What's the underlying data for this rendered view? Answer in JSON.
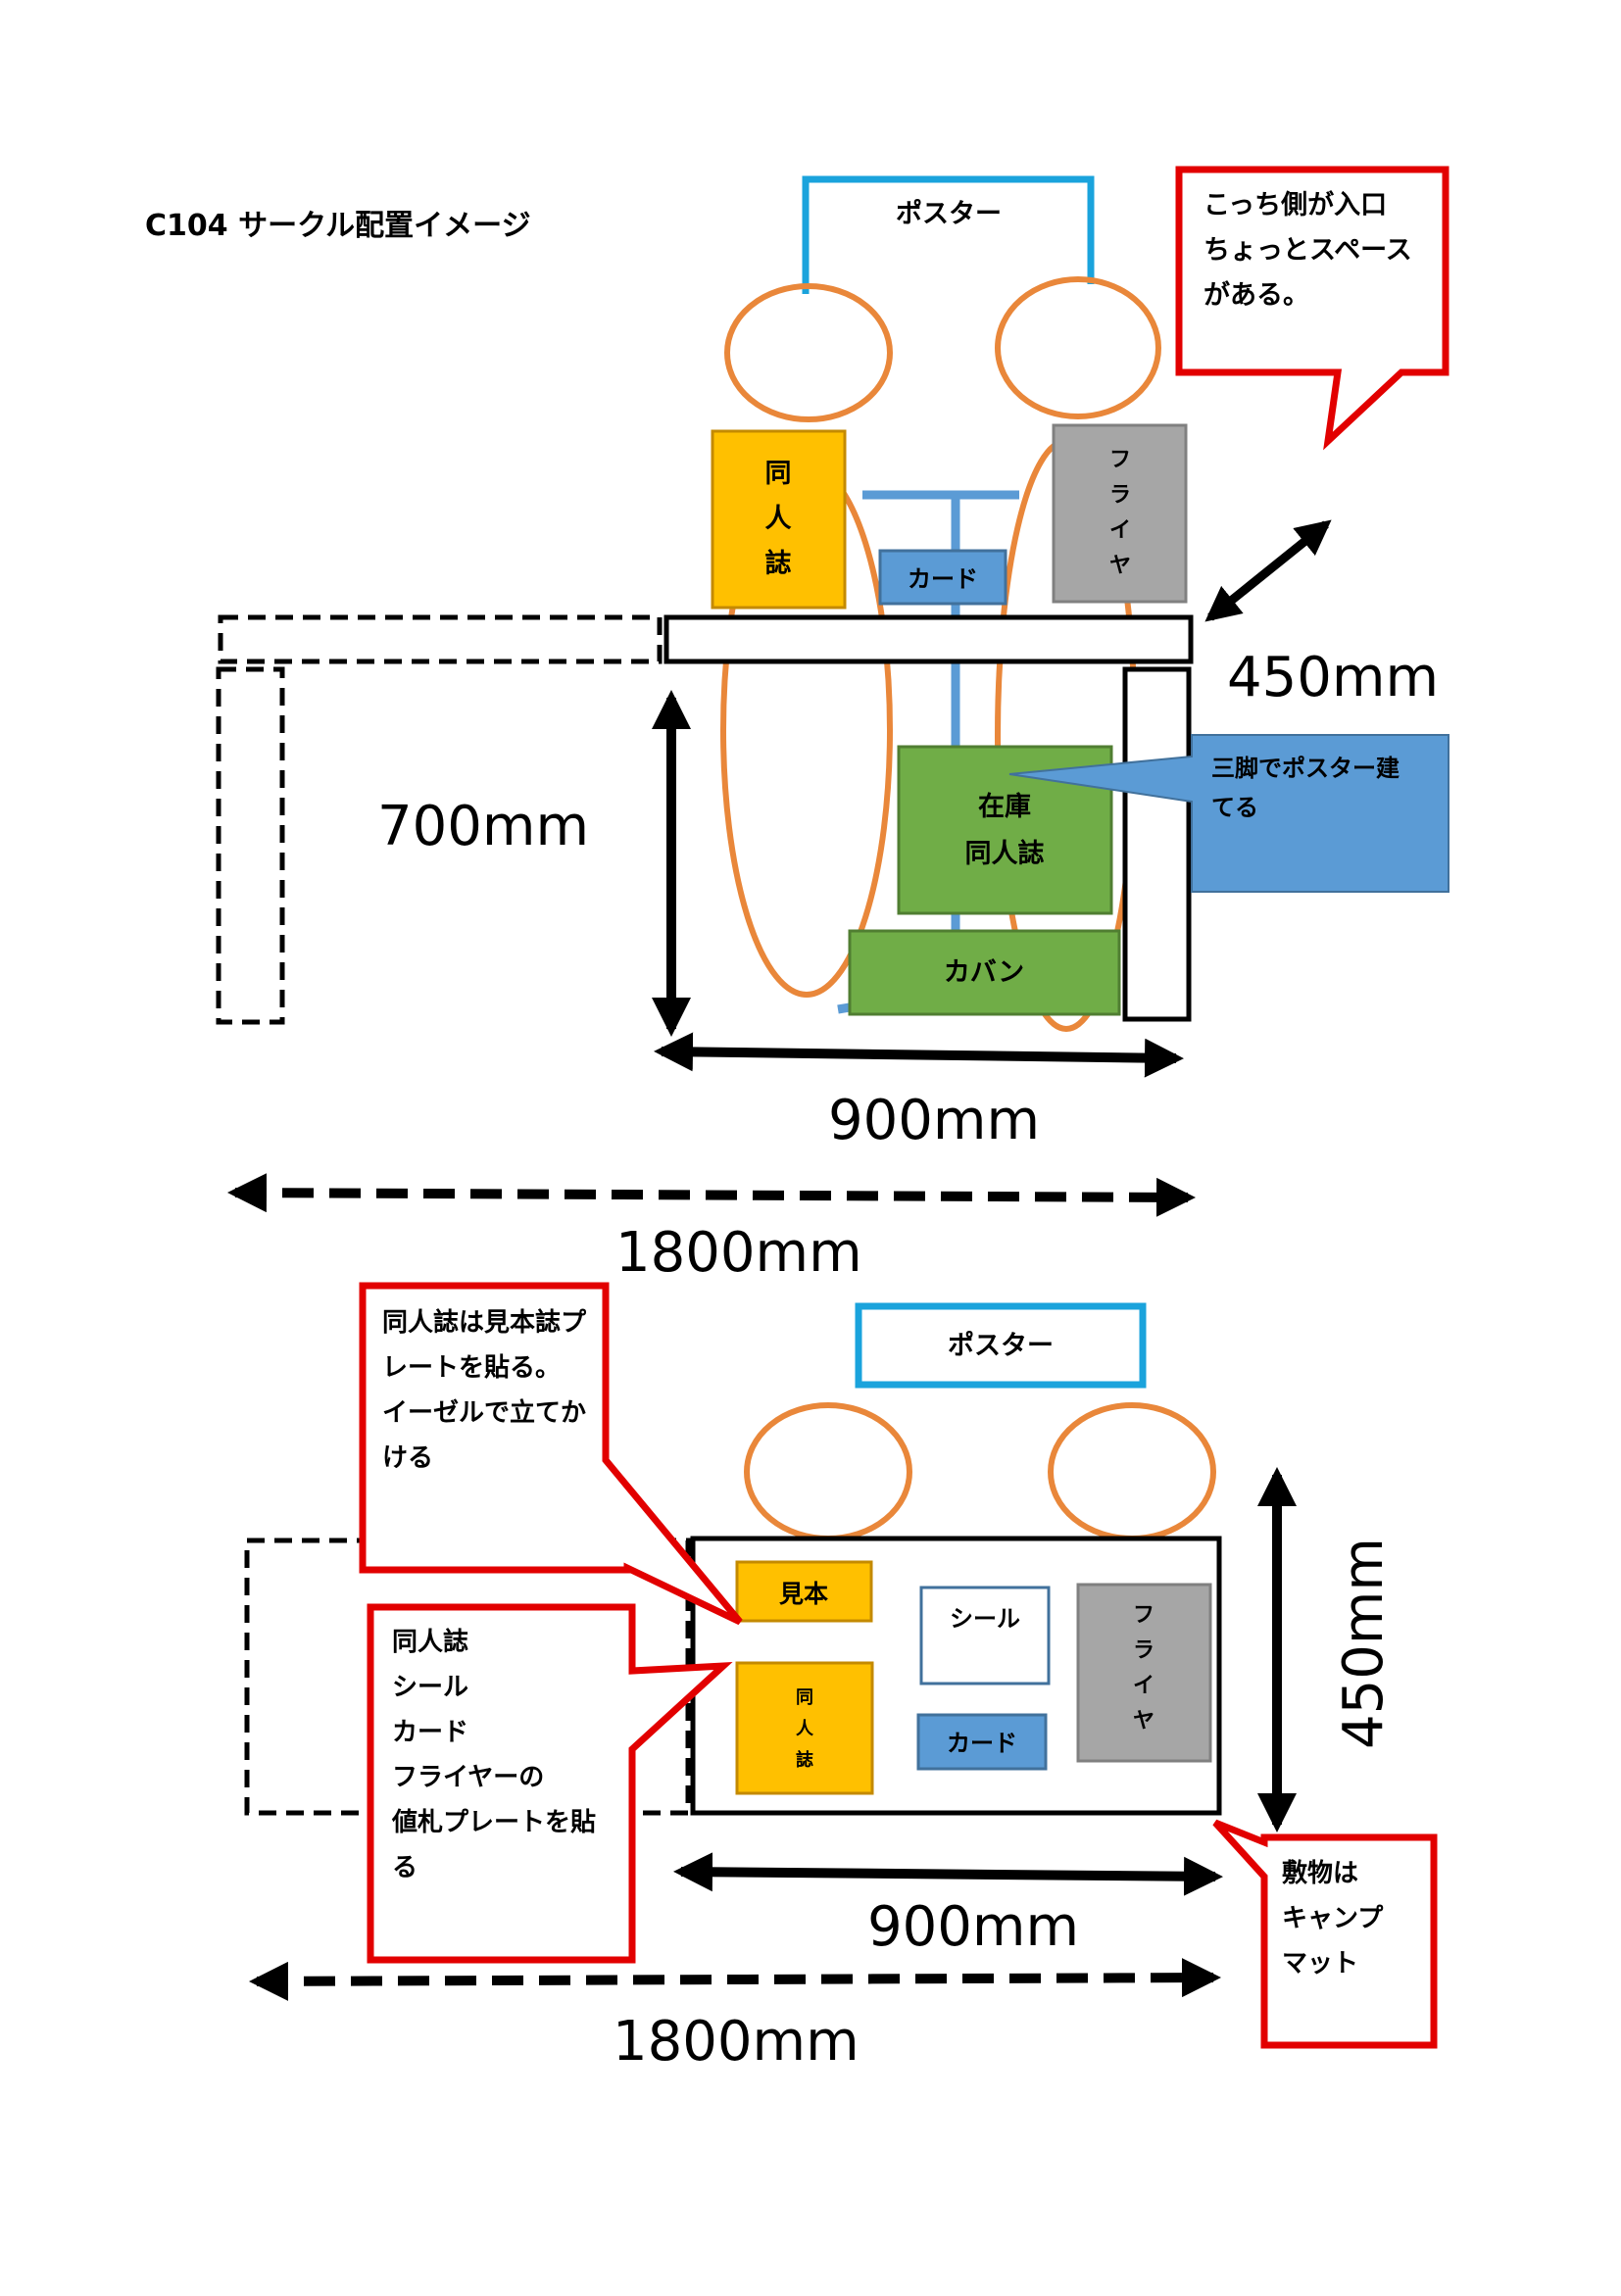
{
  "title": "C104 サークル配置イメージ",
  "colors": {
    "poster_stroke": "#1aa3dc",
    "person_stroke": "#e9873a",
    "yellow_fill": "#ffc000",
    "yellow_stroke": "#c48a00",
    "gray_fill": "#a6a6a6",
    "gray_stroke": "#808080",
    "blue_fill": "#5b9bd5",
    "blue_stroke": "#41719c",
    "green_fill": "#70ad47",
    "green_stroke": "#507e32",
    "callout_red": "#e20000",
    "pole_blue": "#5b9bd5"
  },
  "top": {
    "poster": "ポスター",
    "doujinshi": [
      "同",
      "人",
      "誌"
    ],
    "flyer": [
      "フ",
      "ラ",
      "イ",
      "ヤ"
    ],
    "card": "カード",
    "stock": [
      "在庫",
      "同人誌"
    ],
    "bag": "カバン",
    "tripod_note": [
      "三脚でポスター建",
      "てる"
    ],
    "entrance_note": [
      "こっち側が入口",
      "ちょっとスペース",
      "がある。"
    ],
    "dim_depth": "450mm",
    "dim_height": "700mm",
    "dim_width": "900mm",
    "dim_total": "1800mm"
  },
  "bottom": {
    "poster": "ポスター",
    "sample": "見本",
    "doujinshi": [
      "同",
      "人",
      "誌"
    ],
    "seal": "シール",
    "card": "カード",
    "flyer": [
      "フ",
      "ラ",
      "イ",
      "ヤ"
    ],
    "note_sample": [
      "同人誌は見本誌プ",
      "レートを貼る。",
      "イーゼルで立てか",
      "ける"
    ],
    "note_price": [
      "同人誌",
      "シール",
      "カード",
      "フライヤーの",
      "値札プレートを貼",
      "る"
    ],
    "note_mat": [
      "敷物は",
      "キャンプ",
      "マット"
    ],
    "dim_depth": "450mm",
    "dim_width": "900mm",
    "dim_total": "1800mm"
  },
  "icons": {
    "arrow": "double-arrow-icon",
    "dashed_arrow": "dashed-double-arrow-icon"
  }
}
